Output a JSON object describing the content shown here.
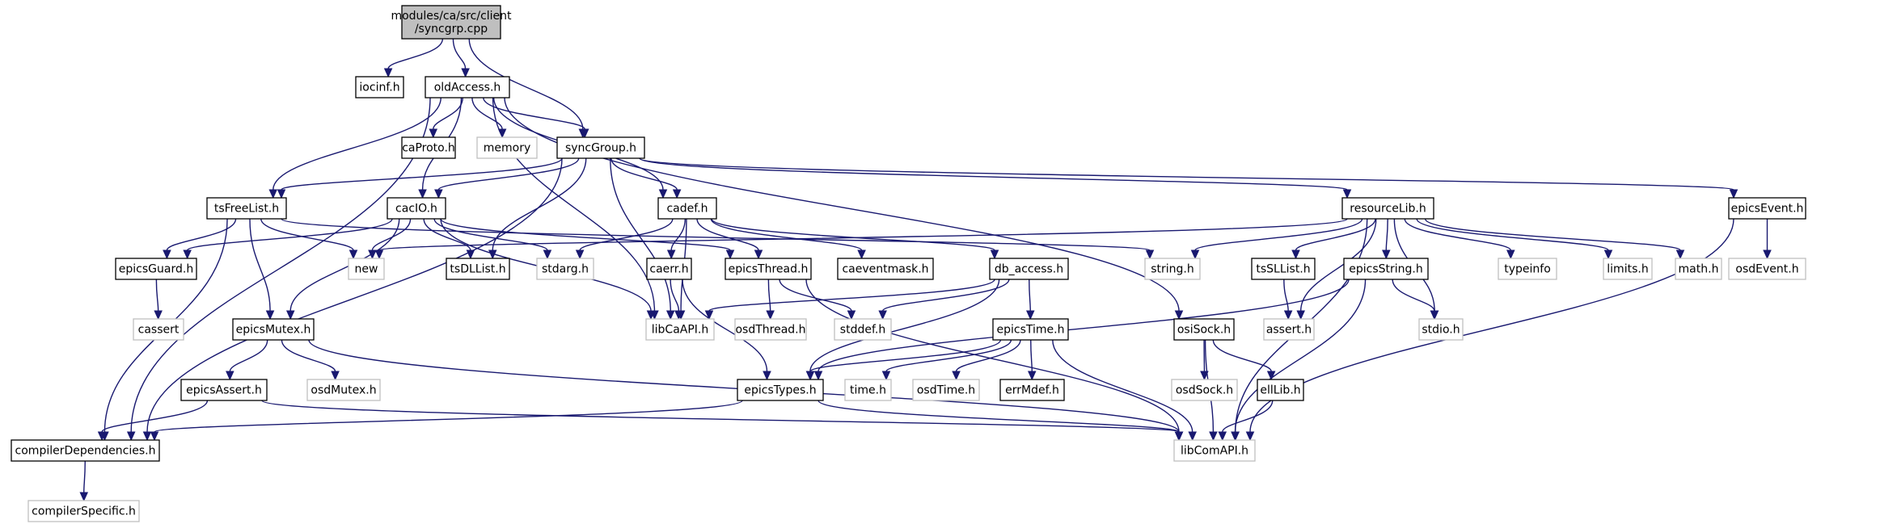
{
  "graph": {
    "nodes": [
      {
        "id": "root",
        "kind": "root",
        "lines": [
          "modules/ca/src/client",
          "/syncgrp.cpp"
        ]
      },
      {
        "id": "iocinf",
        "kind": "int",
        "lines": [
          "iocinf.h"
        ]
      },
      {
        "id": "oldAccess",
        "kind": "int",
        "lines": [
          "oldAccess.h"
        ]
      },
      {
        "id": "caProto",
        "kind": "int",
        "lines": [
          "caProto.h"
        ]
      },
      {
        "id": "memory",
        "kind": "ext",
        "lines": [
          "memory"
        ]
      },
      {
        "id": "syncGroup",
        "kind": "int",
        "lines": [
          "syncGroup.h"
        ]
      },
      {
        "id": "tsFreeList",
        "kind": "int",
        "lines": [
          "tsFreeList.h"
        ]
      },
      {
        "id": "cacIO",
        "kind": "int",
        "lines": [
          "cacIO.h"
        ]
      },
      {
        "id": "cadef",
        "kind": "int",
        "lines": [
          "cadef.h"
        ]
      },
      {
        "id": "resourceLib",
        "kind": "int",
        "lines": [
          "resourceLib.h"
        ]
      },
      {
        "id": "epicsEvent",
        "kind": "int",
        "lines": [
          "epicsEvent.h"
        ]
      },
      {
        "id": "osdEvent",
        "kind": "ext",
        "lines": [
          "osdEvent.h"
        ]
      },
      {
        "id": "epicsGuard",
        "kind": "int",
        "lines": [
          "epicsGuard.h"
        ]
      },
      {
        "id": "cassert",
        "kind": "ext",
        "lines": [
          "cassert"
        ]
      },
      {
        "id": "new",
        "kind": "ext",
        "lines": [
          "new"
        ]
      },
      {
        "id": "tsDLList",
        "kind": "int",
        "lines": [
          "tsDLList.h"
        ]
      },
      {
        "id": "stdarg",
        "kind": "ext",
        "lines": [
          "stdarg.h"
        ]
      },
      {
        "id": "caerr",
        "kind": "int",
        "lines": [
          "caerr.h"
        ]
      },
      {
        "id": "epicsThread",
        "kind": "int",
        "lines": [
          "epicsThread.h"
        ]
      },
      {
        "id": "caeventmask",
        "kind": "int",
        "lines": [
          "caeventmask.h"
        ]
      },
      {
        "id": "db_access",
        "kind": "int",
        "lines": [
          "db_access.h"
        ]
      },
      {
        "id": "string",
        "kind": "ext",
        "lines": [
          "string.h"
        ]
      },
      {
        "id": "tsSLList",
        "kind": "int",
        "lines": [
          "tsSLList.h"
        ]
      },
      {
        "id": "epicsString",
        "kind": "int",
        "lines": [
          "epicsString.h"
        ]
      },
      {
        "id": "typeinfo",
        "kind": "ext",
        "lines": [
          "typeinfo"
        ]
      },
      {
        "id": "limits",
        "kind": "ext",
        "lines": [
          "limits.h"
        ]
      },
      {
        "id": "math",
        "kind": "ext",
        "lines": [
          "math.h"
        ]
      },
      {
        "id": "epicsMutex",
        "kind": "int",
        "lines": [
          "epicsMutex.h"
        ]
      },
      {
        "id": "libCaAPI",
        "kind": "ext",
        "lines": [
          "libCaAPI.h"
        ]
      },
      {
        "id": "osdThread",
        "kind": "ext",
        "lines": [
          "osdThread.h"
        ]
      },
      {
        "id": "stddef",
        "kind": "ext",
        "lines": [
          "stddef.h"
        ]
      },
      {
        "id": "epicsTime",
        "kind": "int",
        "lines": [
          "epicsTime.h"
        ]
      },
      {
        "id": "osiSock",
        "kind": "int",
        "lines": [
          "osiSock.h"
        ]
      },
      {
        "id": "assert",
        "kind": "ext",
        "lines": [
          "assert.h"
        ]
      },
      {
        "id": "stdio",
        "kind": "ext",
        "lines": [
          "stdio.h"
        ]
      },
      {
        "id": "epicsAssert",
        "kind": "int",
        "lines": [
          "epicsAssert.h"
        ]
      },
      {
        "id": "osdMutex",
        "kind": "ext",
        "lines": [
          "osdMutex.h"
        ]
      },
      {
        "id": "epicsTypes",
        "kind": "int",
        "lines": [
          "epicsTypes.h"
        ]
      },
      {
        "id": "time",
        "kind": "ext",
        "lines": [
          "time.h"
        ]
      },
      {
        "id": "osdTime",
        "kind": "ext",
        "lines": [
          "osdTime.h"
        ]
      },
      {
        "id": "errMdef",
        "kind": "int",
        "lines": [
          "errMdef.h"
        ]
      },
      {
        "id": "osdSock",
        "kind": "ext",
        "lines": [
          "osdSock.h"
        ]
      },
      {
        "id": "ellLib",
        "kind": "int",
        "lines": [
          "ellLib.h"
        ]
      },
      {
        "id": "compilerDependencies",
        "kind": "int",
        "lines": [
          "compilerDependencies.h"
        ]
      },
      {
        "id": "libComAPI",
        "kind": "ext",
        "lines": [
          "libComAPI.h"
        ]
      },
      {
        "id": "compilerSpecific",
        "kind": "ext",
        "lines": [
          "compilerSpecific.h"
        ]
      }
    ],
    "edges": [
      [
        "root",
        "iocinf"
      ],
      [
        "root",
        "oldAccess"
      ],
      [
        "root",
        "syncGroup"
      ],
      [
        "oldAccess",
        "caProto"
      ],
      [
        "oldAccess",
        "memory"
      ],
      [
        "oldAccess",
        "syncGroup"
      ],
      [
        "oldAccess",
        "tsFreeList"
      ],
      [
        "oldAccess",
        "cacIO"
      ],
      [
        "oldAccess",
        "cadef"
      ],
      [
        "oldAccess",
        "compilerDependencies"
      ],
      [
        "oldAccess",
        "libCaAPI"
      ],
      [
        "oldAccess",
        "osiSock"
      ],
      [
        "syncGroup",
        "tsFreeList"
      ],
      [
        "syncGroup",
        "cacIO"
      ],
      [
        "syncGroup",
        "cadef"
      ],
      [
        "syncGroup",
        "tsDLList"
      ],
      [
        "syncGroup",
        "resourceLib"
      ],
      [
        "syncGroup",
        "epicsEvent"
      ],
      [
        "syncGroup",
        "compilerDependencies"
      ],
      [
        "syncGroup",
        "libCaAPI"
      ],
      [
        "tsFreeList",
        "epicsGuard"
      ],
      [
        "tsFreeList",
        "new"
      ],
      [
        "tsFreeList",
        "epicsMutex"
      ],
      [
        "tsFreeList",
        "compilerDependencies"
      ],
      [
        "tsFreeList",
        "string"
      ],
      [
        "cacIO",
        "epicsGuard"
      ],
      [
        "cacIO",
        "new"
      ],
      [
        "cacIO",
        "tsDLList"
      ],
      [
        "cacIO",
        "stdarg"
      ],
      [
        "cacIO",
        "epicsThread"
      ],
      [
        "cacIO",
        "epicsMutex"
      ],
      [
        "cacIO",
        "libCaAPI"
      ],
      [
        "cadef",
        "stdarg"
      ],
      [
        "cadef",
        "caerr"
      ],
      [
        "cadef",
        "epicsThread"
      ],
      [
        "cadef",
        "caeventmask"
      ],
      [
        "cadef",
        "db_access"
      ],
      [
        "cadef",
        "libCaAPI"
      ],
      [
        "resourceLib",
        "new"
      ],
      [
        "resourceLib",
        "string"
      ],
      [
        "resourceLib",
        "tsSLList"
      ],
      [
        "resourceLib",
        "epicsString"
      ],
      [
        "resourceLib",
        "typeinfo"
      ],
      [
        "resourceLib",
        "limits"
      ],
      [
        "resourceLib",
        "math"
      ],
      [
        "resourceLib",
        "assert"
      ],
      [
        "resourceLib",
        "stdio"
      ],
      [
        "resourceLib",
        "libComAPI"
      ],
      [
        "epicsEvent",
        "osdEvent"
      ],
      [
        "epicsEvent",
        "libComAPI"
      ],
      [
        "epicsGuard",
        "cassert"
      ],
      [
        "caerr",
        "libCaAPI"
      ],
      [
        "caerr",
        "epicsTypes"
      ],
      [
        "epicsThread",
        "osdThread"
      ],
      [
        "epicsThread",
        "stddef"
      ],
      [
        "epicsThread",
        "libComAPI"
      ],
      [
        "db_access",
        "libCaAPI"
      ],
      [
        "db_access",
        "stddef"
      ],
      [
        "db_access",
        "epicsTime"
      ],
      [
        "db_access",
        "epicsTypes"
      ],
      [
        "tsSLList",
        "assert"
      ],
      [
        "epicsString",
        "epicsTypes"
      ],
      [
        "epicsString",
        "stdio"
      ],
      [
        "epicsString",
        "libComAPI"
      ],
      [
        "epicsMutex",
        "epicsAssert"
      ],
      [
        "epicsMutex",
        "osdMutex"
      ],
      [
        "epicsMutex",
        "libComAPI"
      ],
      [
        "epicsTime",
        "epicsTypes"
      ],
      [
        "epicsTime",
        "time"
      ],
      [
        "epicsTime",
        "osdTime"
      ],
      [
        "epicsTime",
        "errMdef"
      ],
      [
        "epicsTime",
        "libComAPI"
      ],
      [
        "osiSock",
        "osdSock"
      ],
      [
        "osiSock",
        "ellLib"
      ],
      [
        "osiSock",
        "libComAPI"
      ],
      [
        "ellLib",
        "libComAPI"
      ],
      [
        "epicsAssert",
        "compilerDependencies"
      ],
      [
        "epicsAssert",
        "libComAPI"
      ],
      [
        "epicsTypes",
        "compilerDependencies"
      ],
      [
        "epicsTypes",
        "libComAPI"
      ],
      [
        "compilerDependencies",
        "compilerSpecific"
      ]
    ]
  }
}
